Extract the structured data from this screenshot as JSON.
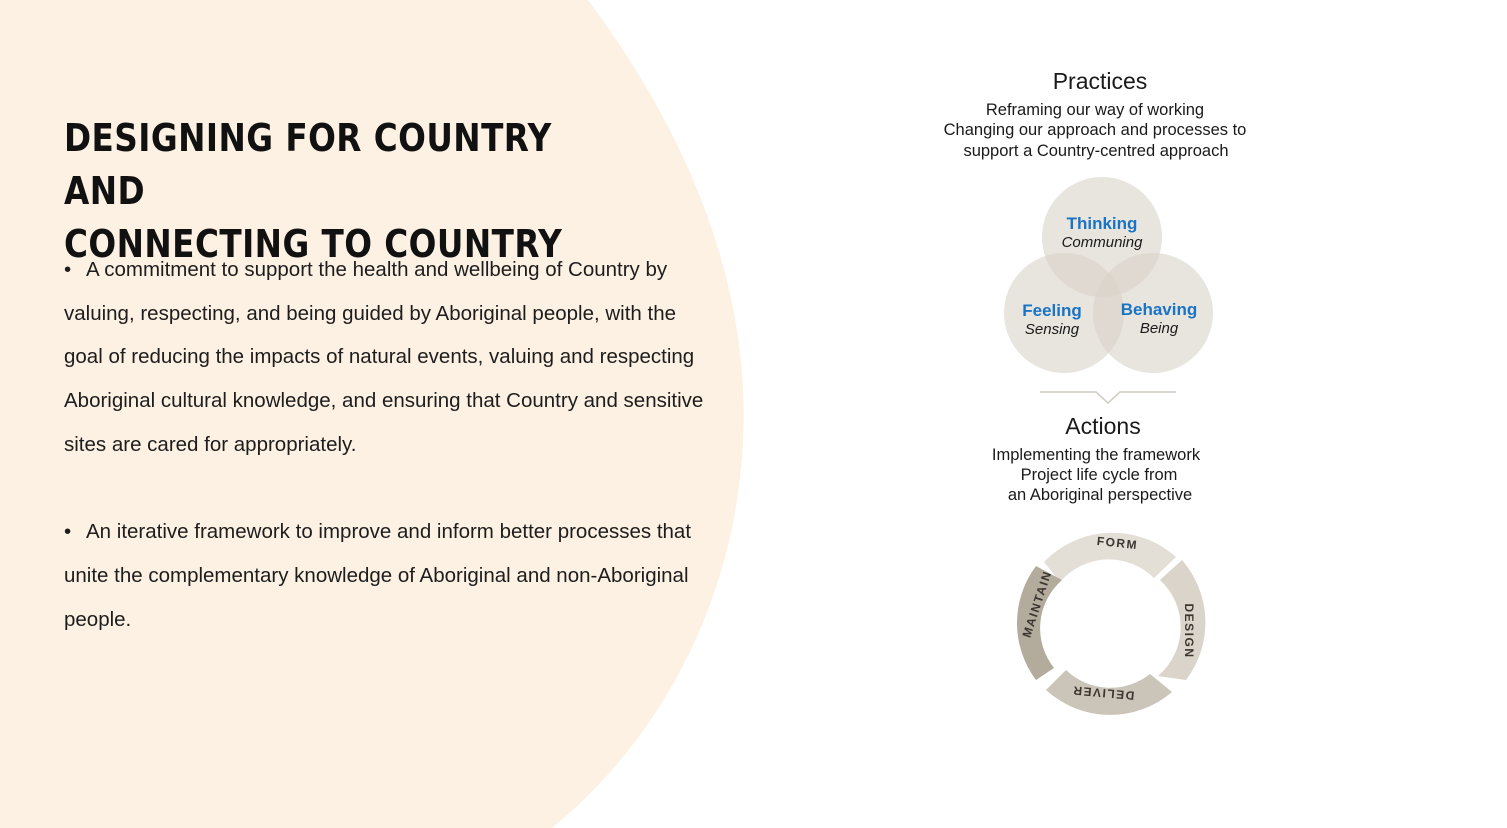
{
  "colors": {
    "background": "#ffffff",
    "panel": "#fcf1e3",
    "accent_blue": "#1a74c4",
    "circle_fill": "#d8d2c8",
    "cycle_light": "#e2ddd4",
    "cycle_dark": "#b3ab9c"
  },
  "slide": {
    "title_line1": "Designing for Country and",
    "title_line2": "connecting to Country",
    "bullet_char": "•",
    "bullets": [
      "A commitment to support the health and wellbeing of Country by valuing, respecting, and being guided by Aboriginal people, with the goal of reducing the impacts of natural events, valuing and respecting Aboriginal cultural knowledge, and ensuring that Country and sensitive sites are cared for appropriately.",
      "An iterative framework to improve and inform better processes that unite the complementary knowledge of Aboriginal and non-Aboriginal people."
    ]
  },
  "practices": {
    "heading": "Practices",
    "lines": [
      "Reframing our way of working",
      "Changing our approach and processes to",
      "support a Country-centred approach"
    ],
    "venn": [
      {
        "main": "Thinking",
        "sub": "Communing"
      },
      {
        "main": "Feeling",
        "sub": "Sensing"
      },
      {
        "main": "Behaving",
        "sub": "Being"
      }
    ]
  },
  "actions": {
    "heading": "Actions",
    "lines": [
      "Implementing the framework",
      "Project life cycle from",
      "an Aboriginal perspective"
    ],
    "cycle": [
      "FORM",
      "DESIGN",
      "DELIVER",
      "MAINTAIN"
    ]
  }
}
